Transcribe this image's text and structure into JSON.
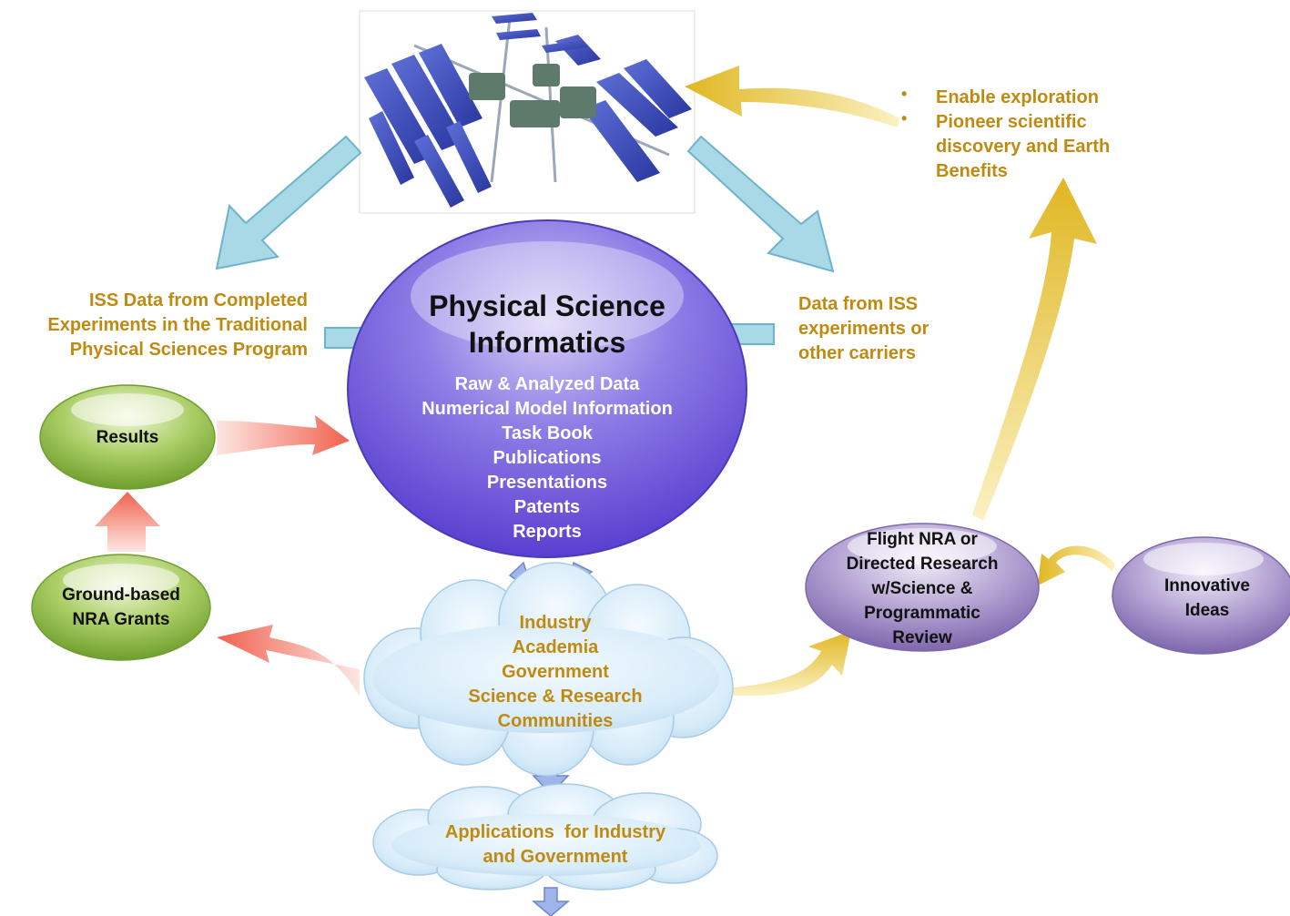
{
  "center": {
    "title_line1": "Physical Science",
    "title_line2": "Informatics",
    "items": [
      "Raw & Analyzed Data",
      "Numerical Model Information",
      "Task Book",
      "Publications",
      "Presentations",
      "Patents",
      "Reports"
    ]
  },
  "left_text": {
    "line1": "ISS Data from Completed",
    "line2": "Experiments in the Traditional",
    "line3": "Physical Sciences Program"
  },
  "right_text": {
    "line1": "Data from ISS",
    "line2": "experiments or",
    "line3": "other carriers"
  },
  "goals": {
    "item1": "Enable exploration",
    "item2_line1": "Pioneer scientific",
    "item2_line2": "discovery and Earth",
    "item2_line3": "Benefits"
  },
  "results": {
    "label": "Results"
  },
  "ground": {
    "line1": "Ground-based",
    "line2": "NRA Grants"
  },
  "flight": {
    "line1": "Flight NRA or",
    "line2": "Directed Research",
    "line3": "w/Science &",
    "line4": "Programmatic",
    "line5": "Review"
  },
  "innovative": {
    "line1": "Innovative",
    "line2": "Ideas"
  },
  "communities": {
    "items": [
      "Industry",
      "Academia",
      "Government",
      "Science & Research",
      "Communities"
    ]
  },
  "applications": {
    "line1": "Applications  for Industry",
    "line2": "and Government"
  },
  "colors": {
    "gold_text": "#c08a10",
    "purple": "#6a4fd6",
    "green": "#7cb342",
    "violet": "#8f79b8",
    "light_blue_arrow": "#9fd2e0",
    "gold_arrow": "#e6c02a",
    "red_arrow": "#f26b5b",
    "cloud": "#cfe6f7"
  },
  "icons": [
    "space-station-image",
    "cloud-shape",
    "arrow-shape"
  ]
}
